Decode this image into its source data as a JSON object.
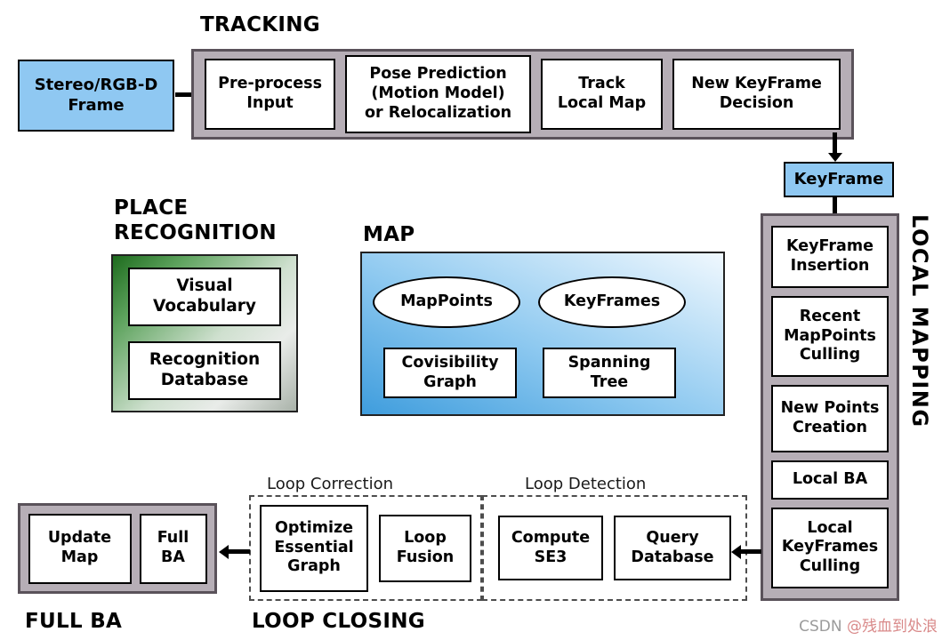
{
  "titles": {
    "tracking": "TRACKING",
    "place_recognition": "PLACE\nRECOGNITION",
    "map": "MAP",
    "local_mapping": "LOCAL MAPPING",
    "loop_correction": "Loop Correction",
    "loop_detection": "Loop Detection",
    "full_ba": "FULL BA",
    "loop_closing": "LOOP CLOSING"
  },
  "tracking": {
    "input_frame": "Stereo/RGB-D\nFrame",
    "steps": [
      "Pre-process\nInput",
      "Pose Prediction\n(Motion Model)\nor Relocalization",
      "Track\nLocal Map",
      "New KeyFrame\nDecision"
    ]
  },
  "keyframe": {
    "label": "KeyFrame"
  },
  "local_mapping": {
    "steps": [
      "KeyFrame\nInsertion",
      "Recent\nMapPoints\nCulling",
      "New Points\nCreation",
      "Local BA",
      "Local\nKeyFrames\nCulling"
    ]
  },
  "place_recognition": {
    "items": [
      "Visual\nVocabulary",
      "Recognition\nDatabase"
    ]
  },
  "map": {
    "ellipses": [
      "MapPoints",
      "KeyFrames"
    ],
    "boxes": [
      "Covisibility\nGraph",
      "Spanning\nTree"
    ]
  },
  "loop_correction": {
    "boxes": [
      "Optimize\nEssential\nGraph",
      "Loop\nFusion"
    ]
  },
  "loop_detection": {
    "boxes": [
      "Compute\nSE3",
      "Query\nDatabase"
    ]
  },
  "full_ba": {
    "boxes": [
      "Update\nMap",
      "Full\nBA"
    ]
  },
  "watermark": {
    "brand": "CSDN ",
    "handle": "@残血到处浪"
  },
  "colors": {
    "container_fill": "#b6aeb6",
    "container_border": "#5a525a",
    "highlight_blue": "#8fc8f2",
    "map_gradient_dark": "#3f9ddd",
    "map_gradient_light": "#f0f8fe",
    "place_green_dark": "#1d6b1d",
    "arrow": "#000000",
    "watermark_brand": "#9b9b9b",
    "watermark_handle": "#d98a8a"
  }
}
